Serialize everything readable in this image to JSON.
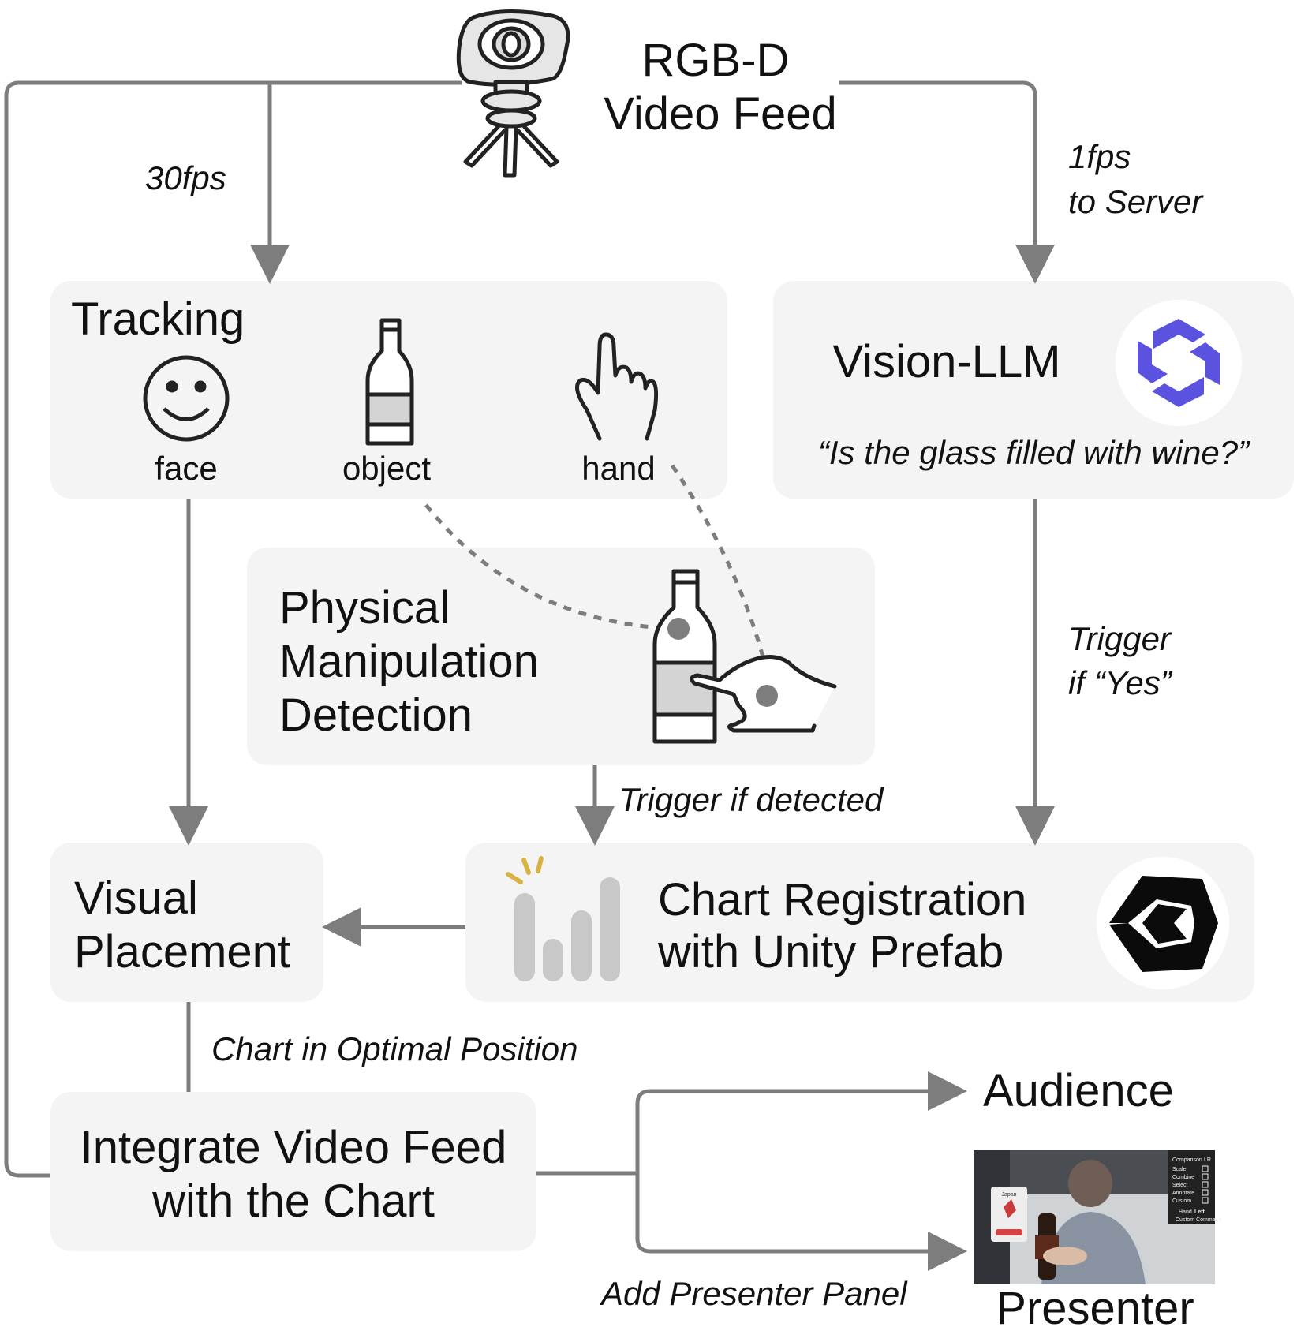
{
  "nodes": {
    "camera": {
      "label_line1": "RGB-D",
      "label_line2": "Video Feed"
    },
    "tracking": {
      "title": "Tracking",
      "items": [
        "face",
        "object",
        "hand"
      ]
    },
    "vision_llm": {
      "title": "Vision-LLM",
      "prompt": "“Is the glass filled with wine?”"
    },
    "manipulation": {
      "line1": "Physical",
      "line2": "Manipulation",
      "line3": "Detection"
    },
    "visual_placement": {
      "line1": "Visual",
      "line2": "Placement"
    },
    "chart_registration": {
      "line1": "Chart Registration",
      "line2": "with Unity Prefab"
    },
    "integrate": {
      "line1": "Integrate Video Feed",
      "line2": "with the Chart"
    },
    "audience": {
      "label": "Audience"
    },
    "presenter": {
      "label": "Presenter"
    },
    "presenter_panel": {
      "menu_items": [
        "Comparison",
        "Scale",
        "Combine",
        "Select",
        "Annotate",
        "Custom"
      ],
      "menu_header_right": "LR",
      "hand_label": "Hand",
      "hand_value": "Left",
      "footer": "Custom Command",
      "card_title": "Japan"
    }
  },
  "edges": {
    "rate_30fps": "30fps",
    "rate_1fps_line1": "1fps",
    "rate_1fps_line2": "to Server",
    "trigger_yes_line1": "Trigger",
    "trigger_yes_line2": "if “Yes”",
    "trigger_detected": "Trigger if detected",
    "chart_optimal": "Chart in Optimal Position",
    "add_presenter_panel": "Add Presenter  Panel"
  },
  "colors": {
    "box_fill": "#f4f4f4",
    "edge": "#7d7d7d",
    "llm_logo": "#5b53e0",
    "chart_bars": "#c8c8c8",
    "spark": "#d9b341"
  }
}
